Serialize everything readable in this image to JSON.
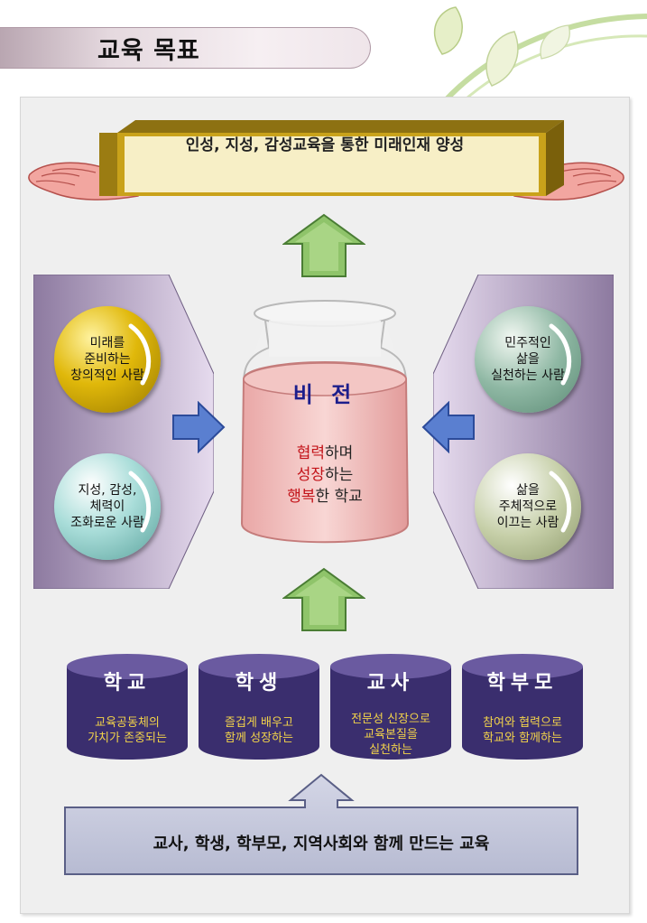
{
  "header": {
    "title": "교육 목표"
  },
  "goal": {
    "text": "인성, 지성, 감성교육을 통한 미래인재 양성"
  },
  "vision": {
    "title": "비 전",
    "lines": [
      {
        "highlight": "협력",
        "rest": "하며"
      },
      {
        "highlight": "성장",
        "rest": "하는"
      },
      {
        "highlight": "행복",
        "rest": "한 학교"
      }
    ]
  },
  "left_traits": [
    {
      "text": "미래를\n준비하는\n창의적인 사람",
      "color": "#e0b80a"
    },
    {
      "text": "지성, 감성,\n체력이\n조화로운 사람",
      "color": "#a9ddd9"
    }
  ],
  "right_traits": [
    {
      "text": "민주적인\n삶을\n실천하는 사람",
      "color": "#8fb8a4"
    },
    {
      "text": "삶을\n주체적으로\n이끄는 사람",
      "color": "#c6cfa8"
    }
  ],
  "pillars": [
    {
      "title": "학교",
      "body": "교육공동체의\n가치가 존중되는"
    },
    {
      "title": "학생",
      "body": "즐겁게 배우고\n함께 성장하는"
    },
    {
      "title": "교사",
      "body": "전문성 신장으로\n교육본질을\n실천하는"
    },
    {
      "title": "학부모",
      "body": "참여와 협력으로\n학교와 함께하는"
    }
  ],
  "bottom": {
    "text": "교사, 학생, 학부모, 지역사회와 함께 만드는 교육"
  },
  "colors": {
    "gold": "#c9a21a",
    "arrow_green": "#8fc46a",
    "arrow_blue": "#5a7fd0",
    "cylinder": "#3a2e6e",
    "vision_red": "#c3141a",
    "vision_blue": "#1c1e8c"
  },
  "icons": [
    "leaf-decoration",
    "hand-icon",
    "up-arrow-icon",
    "right-arrow-icon",
    "left-arrow-icon"
  ]
}
